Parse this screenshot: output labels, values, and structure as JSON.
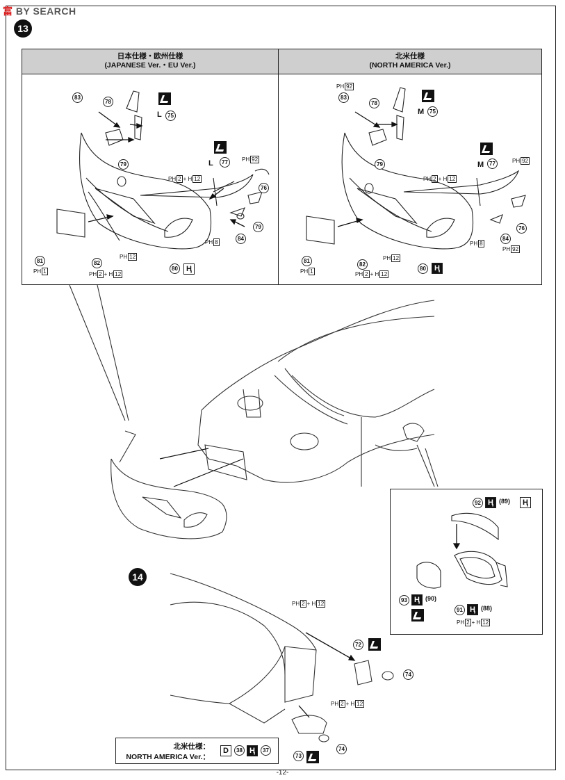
{
  "watermark": {
    "prefix": "富",
    "rest": "BY SEARCH"
  },
  "steps": {
    "step13": "13",
    "step14": "14"
  },
  "panel_left": {
    "title_jp": "日本仕様・欧州仕様",
    "title_en": "(JAPANESE Ver.・EU Ver.)",
    "parts": [
      "83",
      "78",
      "79",
      "75",
      "77",
      "76",
      "79",
      "84",
      "80",
      "82",
      "81"
    ],
    "side_left": "L",
    "side_right": "L",
    "ph_92": "92",
    "ph_2": "2",
    "ph_12": "12",
    "ph_8": "8",
    "ph_1": "1"
  },
  "panel_right": {
    "title_jp": "北米仕様",
    "title_en": "(NORTH AMERICA Ver.)",
    "parts": [
      "83",
      "78",
      "79",
      "75",
      "77",
      "76",
      "84",
      "80",
      "82",
      "81"
    ],
    "side_upper": "M",
    "side_lower": "M",
    "ph_92": "92",
    "ph_2": "2",
    "ph_12": "12",
    "ph_8": "8",
    "ph_1": "1"
  },
  "mirror_inset": {
    "parts": [
      "92",
      "89",
      "93",
      "90",
      "91",
      "88"
    ],
    "ph_2": "2",
    "ph_12": "12"
  },
  "step14": {
    "parts": [
      "72",
      "74",
      "73",
      "74"
    ],
    "ph_2": "2",
    "ph_12": "12"
  },
  "note": {
    "jp": "北米仕様：",
    "en": "NORTH AMERICA Ver.：",
    "d": "D",
    "p38": "38",
    "p37": "37"
  },
  "ph_prefix": "PH",
  "plus_h": "+ H",
  "page_number": "-12-"
}
